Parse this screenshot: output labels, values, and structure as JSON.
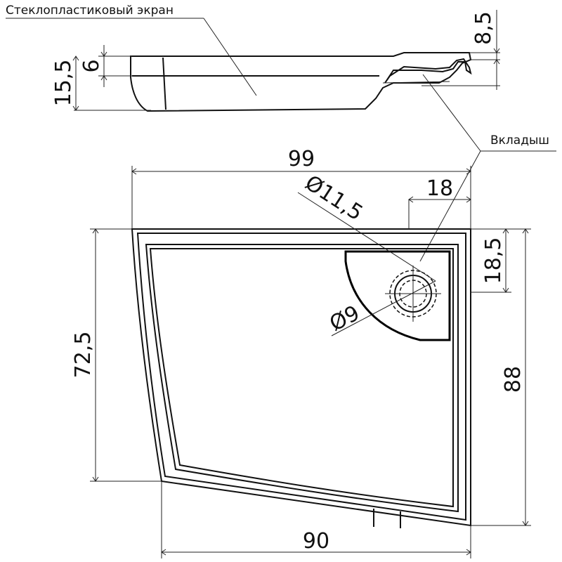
{
  "labels": {
    "glass_screen": "Стеклопластиковый экран",
    "insert": "Вкладыш"
  },
  "dimensions": {
    "top_right_height": "8,5",
    "side_total_height": "15,5",
    "side_inner_height": "6",
    "top_width": "99",
    "insert_offset": "18",
    "drain_outer_diameter": "Ø11,5",
    "drain_inner_diameter": "Ø9",
    "left_height": "72,5",
    "insert_depth": "18,5",
    "right_height": "88",
    "bottom_width": "90"
  }
}
